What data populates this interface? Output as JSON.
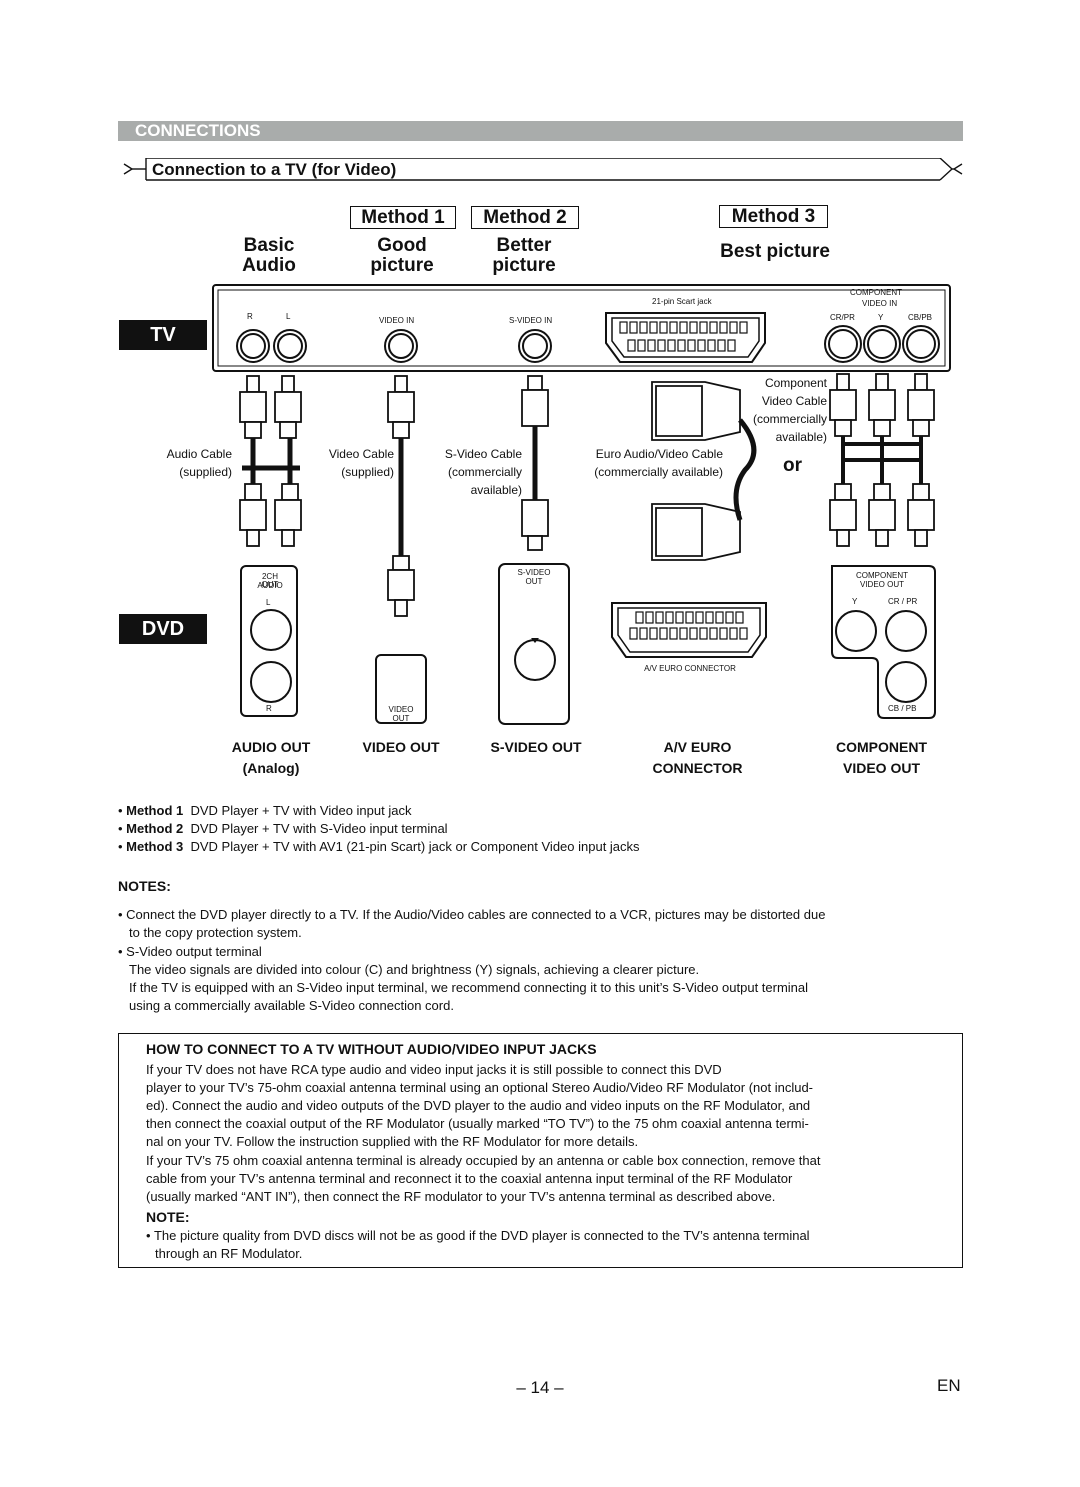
{
  "section": "CONNECTIONS",
  "subtitle": "Connection to a TV (for Video)",
  "methods": {
    "m1": "Method 1",
    "m2": "Method 2",
    "m3": "Method 3"
  },
  "quality": {
    "basic_1": "Basic",
    "basic_2": "Audio",
    "good_1": "Good",
    "good_2": "picture",
    "better_1": "Better",
    "better_2": "picture",
    "best": "Best picture"
  },
  "tv": {
    "label": "TV",
    "jack_r": "R",
    "jack_l": "L",
    "video_in": "VIDEO IN",
    "svideo_in": "S-VIDEO IN",
    "scart": "21-pin Scart jack",
    "component_1": "COMPONENT",
    "component_2": "VIDEO IN",
    "cr": "CR/PR",
    "y": "Y",
    "cb": "CB/PB"
  },
  "cables": {
    "audio_1": "Audio Cable",
    "audio_2": "(supplied)",
    "video_1": "Video Cable",
    "video_2": "(supplied)",
    "svideo_1": "S-Video Cable",
    "svideo_2": "(commercially",
    "svideo_3": "available)",
    "euro_1": "Euro Audio/Video Cable",
    "euro_2": "(commercially available)",
    "comp_1": "Component",
    "comp_2": "Video Cable",
    "comp_3": "(commercially",
    "comp_4": "available)",
    "or": "or"
  },
  "dvd": {
    "label": "DVD",
    "audio_panel_1": "2CH AUDIO",
    "audio_panel_2": "OUT",
    "audio_l": "L",
    "audio_r": "R",
    "video_panel_1": "VIDEO",
    "video_panel_2": "OUT",
    "svideo_panel_1": "S-VIDEO",
    "svideo_panel_2": "OUT",
    "euro_panel": "A/V EURO CONNECTOR",
    "comp_panel_1": "COMPONENT",
    "comp_panel_2": "VIDEO OUT",
    "comp_y": "Y",
    "comp_cr": "CR / PR",
    "comp_cb": "CB / PB"
  },
  "outputs": {
    "audio_1": "AUDIO OUT",
    "audio_2": "(Analog)",
    "video": "VIDEO OUT",
    "svideo": "S-VIDEO OUT",
    "euro_1": "A/V EURO",
    "euro_2": "CONNECTOR",
    "comp_1": "COMPONENT",
    "comp_2": "VIDEO OUT"
  },
  "method_list": [
    {
      "name": "Method 1",
      "text": "DVD Player + TV with Video input jack"
    },
    {
      "name": "Method 2",
      "text": "DVD Player + TV with S-Video input terminal"
    },
    {
      "name": "Method 3",
      "text": "DVD Player + TV with AV1 (21-pin Scart) jack or Component Video input jacks"
    }
  ],
  "notes": {
    "heading": "NOTES:",
    "n1_l1": "Connect the DVD player directly to a TV. If the Audio/Video cables are connected to a VCR, pictures may be distorted due",
    "n1_l2": "to the copy protection system.",
    "n2_l1": "S-Video output terminal",
    "n2_l2": "The video signals are divided into colour (C) and brightness (Y) signals, achieving a clearer picture.",
    "n2_l3": "If the TV is equipped with an S-Video input terminal, we recommend connecting it to this unit’s S-Video output terminal",
    "n2_l4": "using a commercially available S-Video connection cord."
  },
  "howto": {
    "heading": "HOW TO CONNECT TO A TV WITHOUT AUDIO/VIDEO INPUT JACKS",
    "p1_l1": "If your TV does not have RCA type audio and video input jacks it is still possible to connect this DVD",
    "p1_l2": "player to your TV’s 75-ohm coaxial antenna terminal using an optional Stereo Audio/Video RF Modulator (not includ-",
    "p1_l3": "ed). Connect the audio and video outputs of the DVD player to the audio and video inputs on the RF Modulator, and",
    "p1_l4": "then connect the coaxial output of the RF Modulator (usually marked “TO TV”) to the 75 ohm coaxial antenna termi-",
    "p1_l5": "nal on your TV. Follow the instruction supplied with the RF Modulator for more details.",
    "p2_l1": "If your TV’s 75 ohm coaxial antenna terminal is already occupied by an antenna or cable box connection, remove that",
    "p2_l2": "cable from your TV’s antenna terminal and reconnect it to the coaxial antenna input terminal of the RF Modulator",
    "p2_l3": "(usually marked “ANT IN”), then connect the RF modulator to your TV’s antenna terminal as described above.",
    "note_heading": "NOTE:",
    "note_l1": "The picture quality from DVD discs will not be as good if the DVD player is connected to the TV’s antenna terminal",
    "note_l2": "through an RF Modulator."
  },
  "page_number": "– 14 –",
  "language": "EN"
}
